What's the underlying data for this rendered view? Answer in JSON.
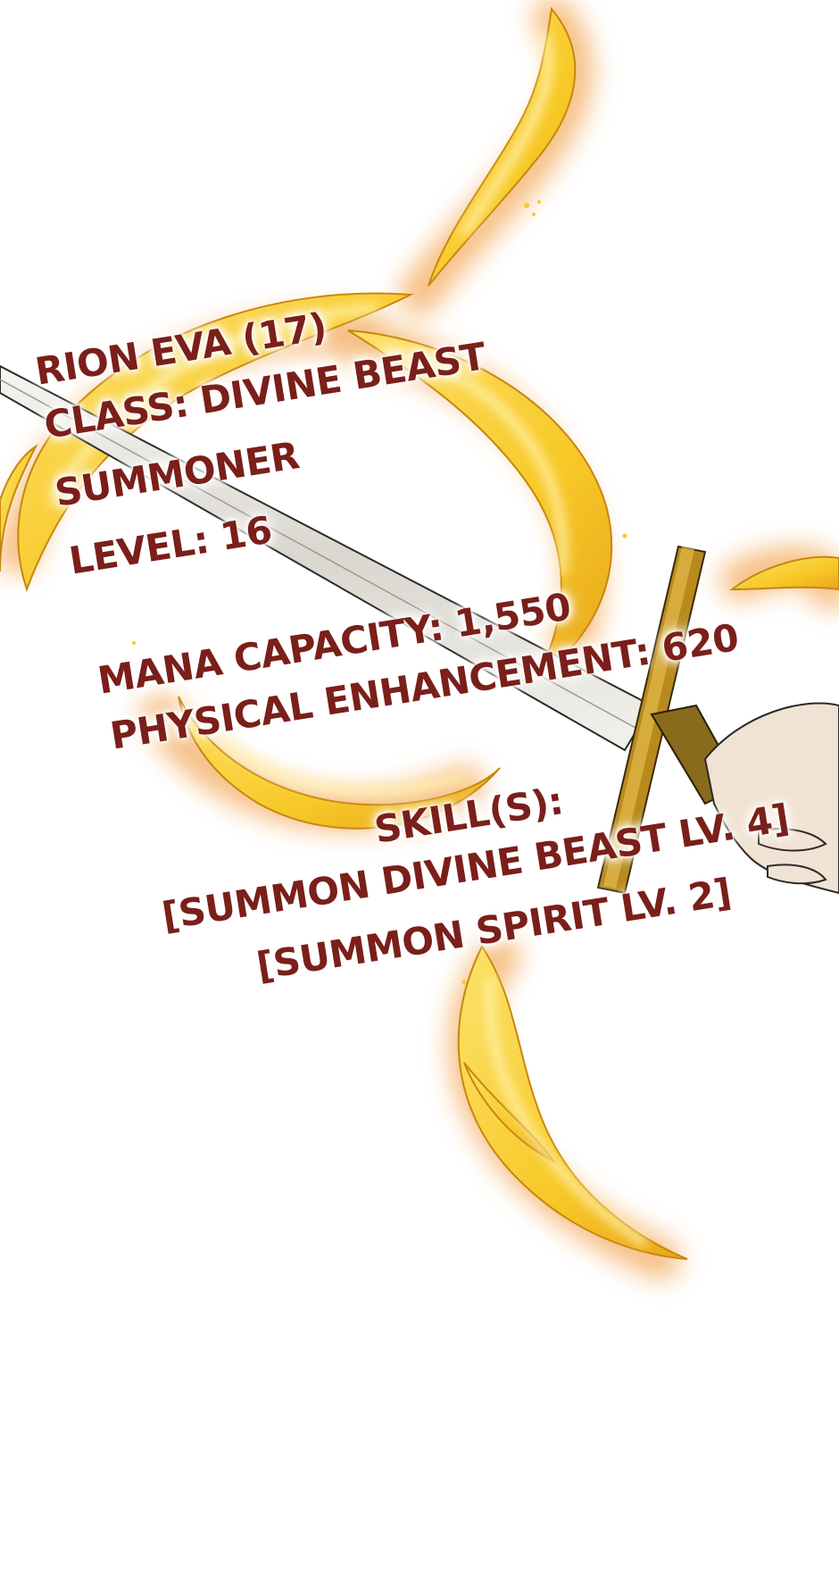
{
  "status_window": {
    "name_line": "RION EVA (17)",
    "class_line": "CLASS: DIVINE BEAST",
    "class_line_cont": "SUMMONER",
    "level_line": "LEVEL: 16",
    "mana_line": "MANA CAPACITY: 1,550",
    "physical_line": "PHYSICAL ENHANCEMENT: 620",
    "skills_heading": "SKILL(S):",
    "skills": [
      "[SUMMON DIVINE BEAST LV. 4]",
      "[SUMMON SPIRIT LV. 2]"
    ]
  },
  "colors": {
    "text": "#7a1f1a",
    "flame": "#f7c928",
    "flame_glow": "#f08a1c",
    "blade": "#e8e6df",
    "guard": "#b88a1e",
    "skin": "#f1e3d3"
  }
}
